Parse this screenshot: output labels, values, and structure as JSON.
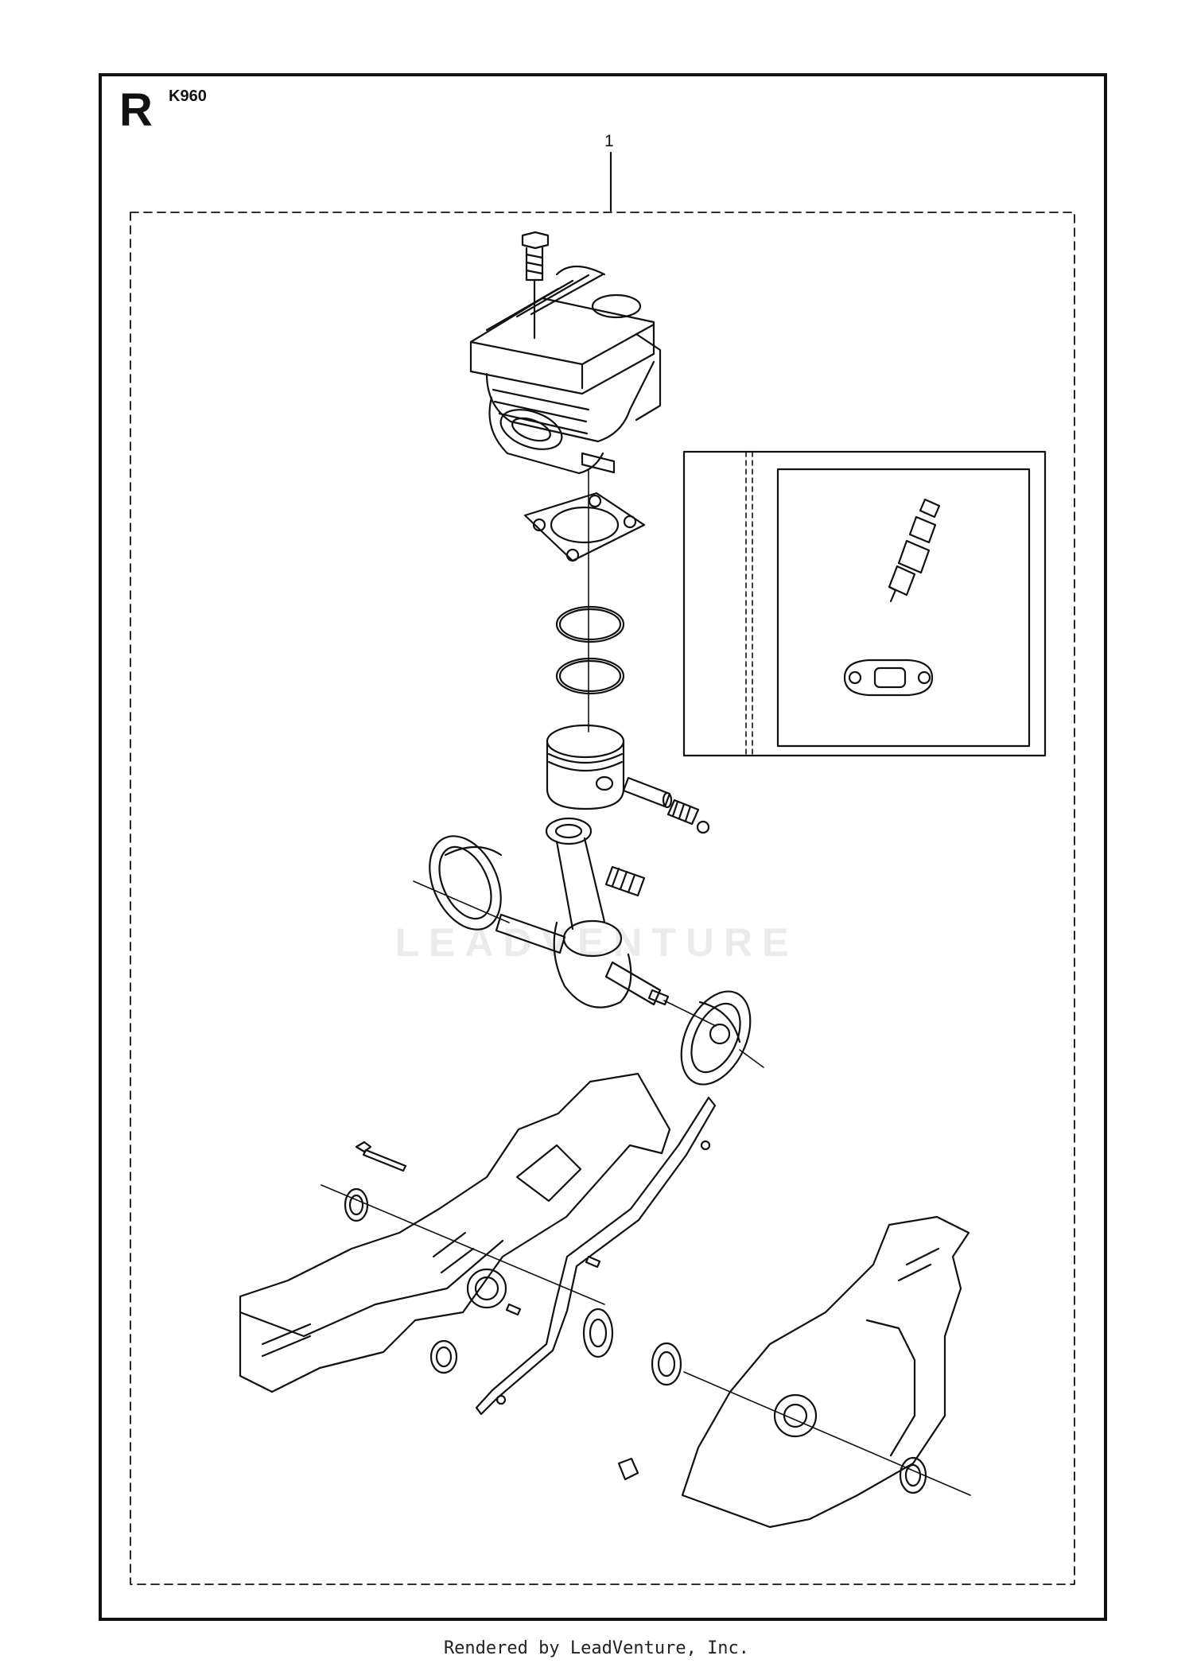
{
  "header": {
    "section_letter": "R",
    "model": "K960"
  },
  "callouts": [
    {
      "label": "1"
    }
  ],
  "watermark": "LEADVENTURE",
  "footer": "Rendered by LeadVenture, Inc."
}
